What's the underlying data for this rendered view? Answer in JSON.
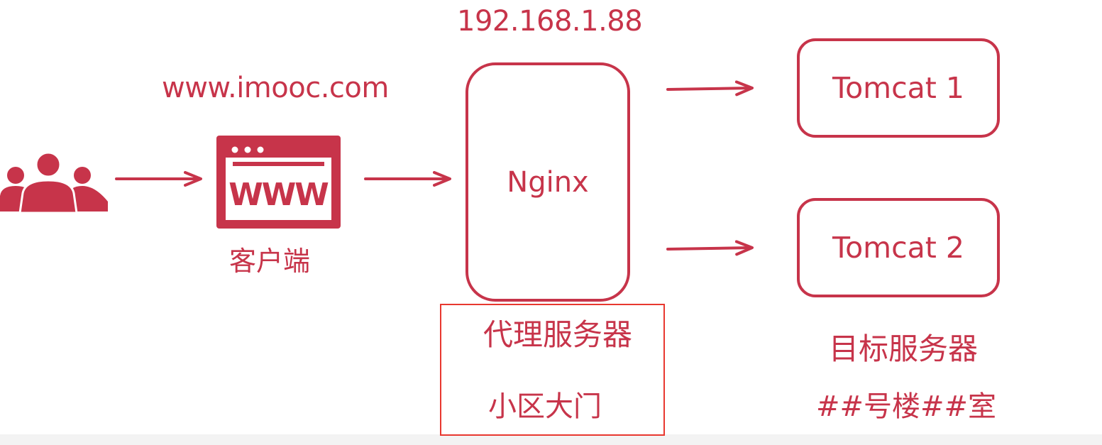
{
  "diagram": {
    "ip_address": "192.168.1.88",
    "domain": "www.imooc.com",
    "client": {
      "label": "客户端",
      "browser_text": "WWW"
    },
    "proxy": {
      "node_label": "Nginx",
      "caption": "代理服务器",
      "analogy": "小区大门"
    },
    "targets": {
      "nodes": [
        {
          "label": "Tomcat 1"
        },
        {
          "label": "Tomcat 2"
        }
      ],
      "caption": "目标服务器",
      "analogy": "##号楼##室"
    }
  },
  "colors": {
    "accent": "#c7344a",
    "highlight": "#e8382f",
    "background": "#ffffff"
  },
  "icons": {
    "users": "users-group-icon",
    "browser": "browser-window-icon"
  }
}
